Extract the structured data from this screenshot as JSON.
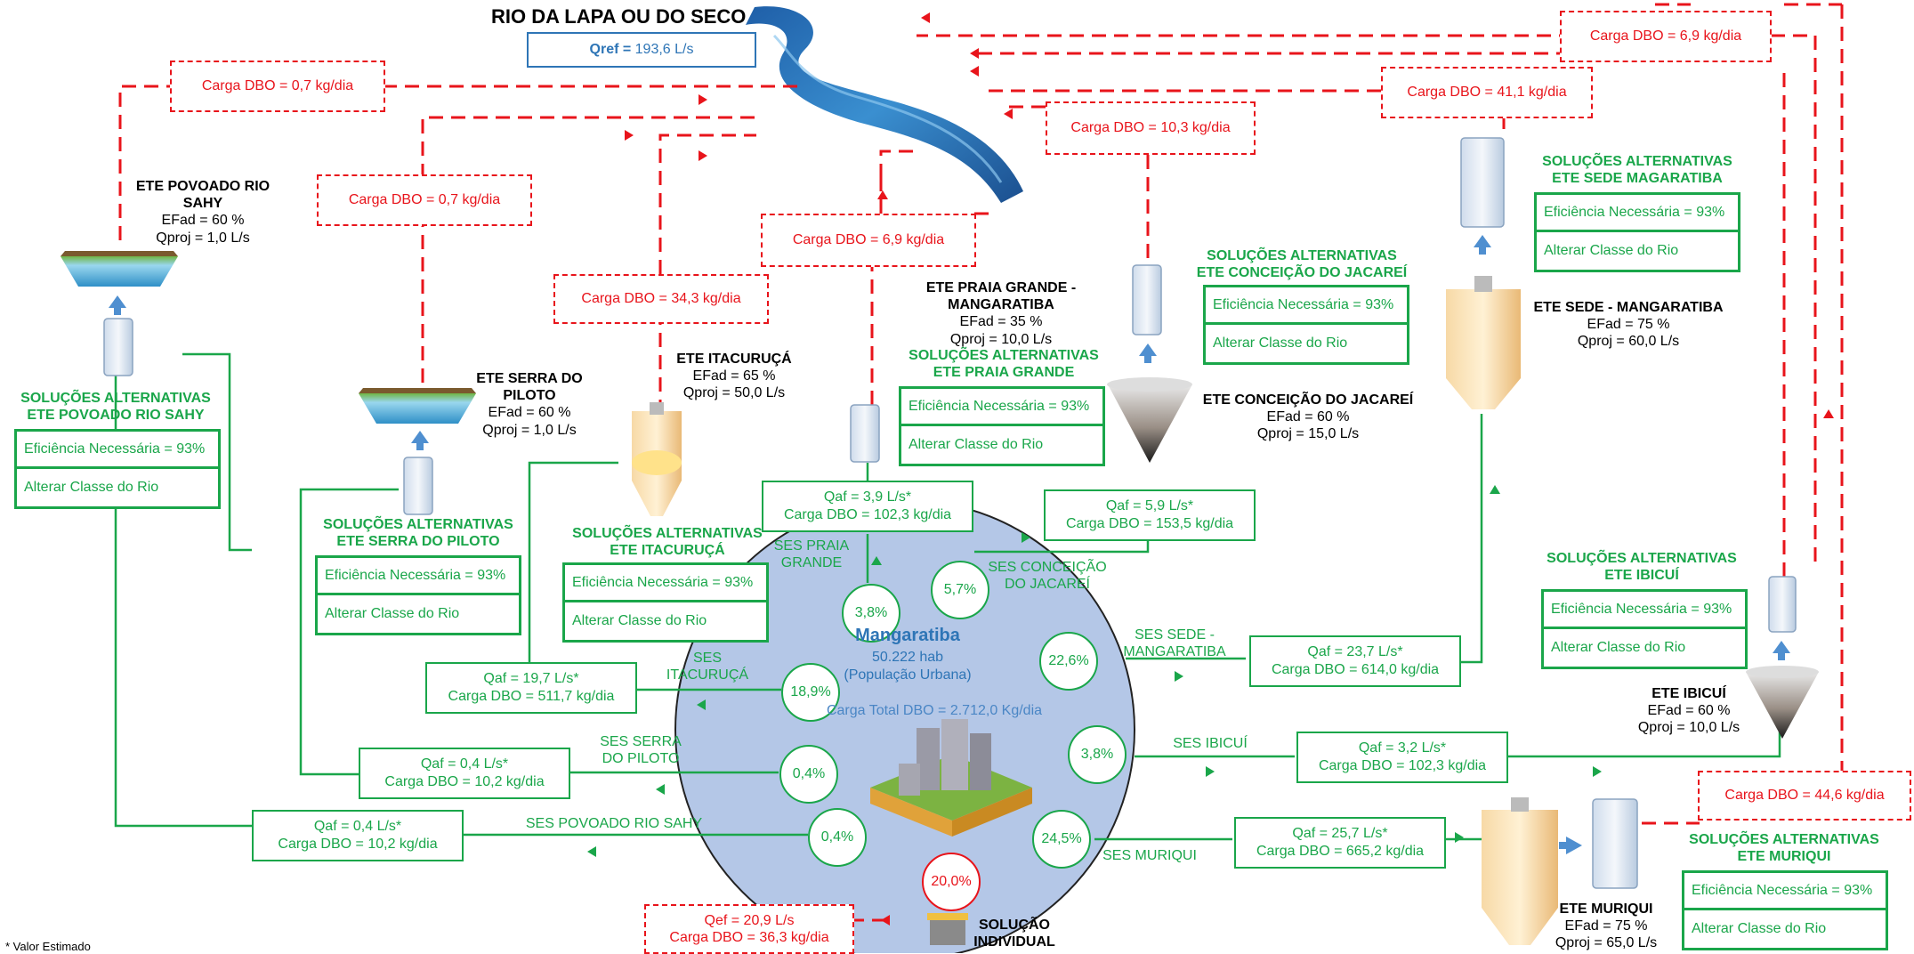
{
  "colors": {
    "red": "#e8141b",
    "green": "#1aa64a",
    "blue": "#2e75b6",
    "city": "#b4c7e7"
  },
  "river": {
    "title": "RIO DA LAPA OU DO SECO",
    "qref_label": "Qref =",
    "qref_value": "193,6 L/s"
  },
  "city": {
    "name": "Mangaratiba",
    "pop": "50.222 hab",
    "pop_note": "(População Urbana)",
    "total": "Carga Total DBO = 2.712,0 Kg/dia"
  },
  "red_loads": {
    "sahy": "Carga DBO = 0,7 kg/dia",
    "serra": "Carga DBO = 0,7 kg/dia",
    "itacuruca": "Carga DBO = 34,3 kg/dia",
    "praia": "Carga DBO = 6,9 kg/dia",
    "conceicao": "Carga DBO = 10,3 kg/dia",
    "sede": "Carga DBO = 41,1 kg/dia",
    "ibicui": "Carga DBO = 6,9 kg/dia",
    "muriqui": "Carga DBO = 44,6 kg/dia",
    "individual_q": "Qef = 20,9 L/s",
    "individual_c": "Carga DBO = 36,3 kg/dia"
  },
  "ses": {
    "praia": {
      "label1": "SES PRAIA",
      "label2": "GRANDE",
      "pct": "3,8%",
      "qaf": "Qaf = 3,9 L/s*",
      "dbo": "Carga DBO = 102,3 kg/dia"
    },
    "conceicao": {
      "label1": "SES CONCEIÇÃO",
      "label2": "DO JACAREÍ",
      "pct": "5,7%",
      "qaf": "Qaf = 5,9 L/s*",
      "dbo": "Carga DBO = 153,5 kg/dia"
    },
    "sede": {
      "label1": "SES SEDE -",
      "label2": "MANGARATIBA",
      "pct": "22,6%",
      "qaf": "Qaf = 23,7 L/s*",
      "dbo": "Carga DBO = 614,0 kg/dia"
    },
    "itacuruca": {
      "label1": "SES",
      "label2": "ITACURUÇÁ",
      "pct": "18,9%",
      "qaf": "Qaf = 19,7 L/s*",
      "dbo": "Carga DBO = 511,7 kg/dia"
    },
    "serra": {
      "label1": "SES SERRA",
      "label2": "DO PILOTO",
      "pct": "0,4%",
      "qaf": "Qaf = 0,4 L/s*",
      "dbo": "Carga DBO = 10,2 kg/dia"
    },
    "sahy": {
      "label1": "SES POVOADO RIO SAHY",
      "pct": "0,4%",
      "qaf": "Qaf = 0,4 L/s*",
      "dbo": "Carga DBO = 10,2 kg/dia"
    },
    "ibicui": {
      "label1": "SES IBICUÍ",
      "pct": "3,8%",
      "qaf": "Qaf = 3,2 L/s*",
      "dbo": "Carga DBO = 102,3 kg/dia"
    },
    "muriqui": {
      "label1": "SES MURIQUI",
      "pct": "24,5%",
      "qaf": "Qaf = 25,7 L/s*",
      "dbo": "Carga DBO = 665,2 kg/dia"
    },
    "individual": {
      "pct": "20,0%",
      "label1": "SOLUÇÃO",
      "label2": "INDIVIDUAL"
    }
  },
  "ete": {
    "sahy": {
      "name1": "ETE POVOADO RIO",
      "name2": "SAHY",
      "ef": "EFad = 60 %",
      "q": "Qproj = 1,0 L/s"
    },
    "serra": {
      "name1": "ETE SERRA DO",
      "name2": "PILOTO",
      "ef": "EFad = 60 %",
      "q": "Qproj = 1,0 L/s"
    },
    "itacuruca": {
      "name1": "ETE ITACURUÇÁ",
      "ef": "EFad = 65 %",
      "q": "Qproj = 50,0 L/s"
    },
    "praia": {
      "name1": "ETE PRAIA GRANDE -",
      "name2": "MANGARATIBA",
      "ef": "EFad = 35 %",
      "q": "Qproj = 10,0 L/s"
    },
    "conceicao": {
      "name1": "ETE CONCEIÇÃO DO JACAREÍ",
      "ef": "EFad = 60 %",
      "q": "Qproj = 15,0 L/s"
    },
    "sede": {
      "name1": "ETE SEDE - MANGARATIBA",
      "ef": "EFad = 75 %",
      "q": "Qproj = 60,0 L/s"
    },
    "ibicui": {
      "name1": "ETE IBICUÍ",
      "ef": "EFad = 60 %",
      "q": "Qproj = 10,0 L/s"
    },
    "muriqui": {
      "name1": "ETE MURIQUI",
      "ef": "EFad = 75 %",
      "q": "Qproj = 65,0 L/s"
    }
  },
  "alt": {
    "sahy": {
      "t1": "SOLUÇÕES ALTERNATIVAS",
      "t2": "ETE POVOADO RIO SAHY"
    },
    "serra": {
      "t1": "SOLUÇÕES ALTERNATIVAS",
      "t2": "ETE SERRA DO PILOTO"
    },
    "itacuruca": {
      "t1": "SOLUÇÕES ALTERNATIVAS",
      "t2": "ETE ITACURUÇÁ"
    },
    "praia": {
      "t1": "SOLUÇÕES ALTERNATIVAS",
      "t2": "ETE PRAIA GRANDE"
    },
    "conceicao": {
      "t1": "SOLUÇÕES ALTERNATIVAS",
      "t2": "ETE CONCEIÇÃO DO JACAREÍ"
    },
    "sede": {
      "t1": "SOLUÇÕES ALTERNATIVAS",
      "t2": "ETE SEDE MAGARATIBA"
    },
    "ibicui": {
      "t1": "SOLUÇÕES ALTERNATIVAS",
      "t2": "ETE IBICUÍ"
    },
    "muriqui": {
      "t1": "SOLUÇÕES ALTERNATIVAS",
      "t2": "ETE MURIQUI"
    },
    "row1": "Eficiência Necessária = 93%",
    "row2": "Alterar Classe do Rio"
  },
  "footnote": "* Valor Estimado"
}
